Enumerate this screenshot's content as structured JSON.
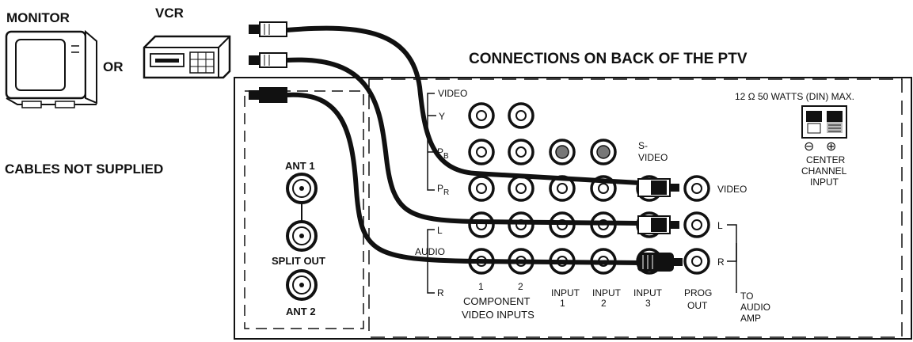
{
  "labels": {
    "monitor": "MONITOR",
    "vcr": "VCR",
    "or": "OR",
    "cables_not_supplied": "CABLES NOT SUPPLIED",
    "connections_title": "CONNECTIONS ON BACK OF THE PTV",
    "ant1": "ANT 1",
    "split_out": "SPLIT OUT",
    "ant2": "ANT 2",
    "video_top": "VIDEO",
    "y": "Y",
    "pb": "P",
    "pb_sub": "B",
    "pr": "P",
    "pr_sub": "R",
    "audio": "AUDIO",
    "audio_l": "L",
    "audio_r": "R",
    "s_video_1": "S-",
    "s_video_2": "VIDEO",
    "video_right": "VIDEO",
    "l_right": "L",
    "r_right": "R",
    "speaker_rating": "12 Ω  50 WATTS (DIN) MAX.",
    "minus": "⊖",
    "plus": "⊕",
    "center_1": "CENTER",
    "center_2": "CHANNEL",
    "center_3": "INPUT",
    "col_1": "1",
    "col_2": "2",
    "component_1": "COMPONENT",
    "component_2": "VIDEO INPUTS",
    "input1_a": "INPUT",
    "input1_b": "1",
    "input2_a": "INPUT",
    "input2_b": "2",
    "input3_a": "INPUT",
    "input3_b": "3",
    "prog_a": "PROG",
    "prog_b": "OUT",
    "to_1": "TO",
    "to_2": "AUDIO",
    "to_3": "AMP"
  }
}
